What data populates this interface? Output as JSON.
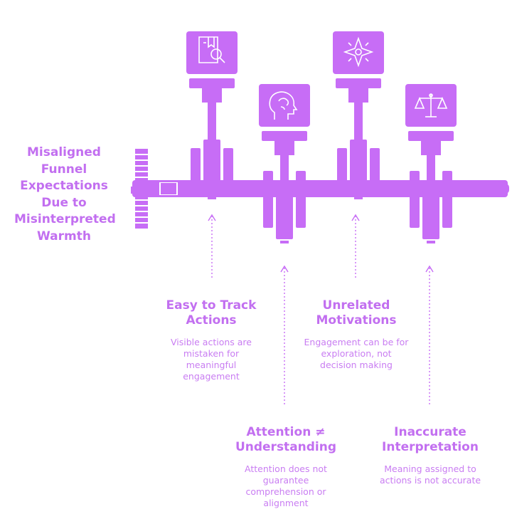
{
  "diagram": {
    "title": "Misaligned Funnel Expectations Due to Misinterpreted Warmth",
    "colors": {
      "primary": "#c76df6",
      "dark": "#a64fd9",
      "text": "#c26ff0",
      "text_light": "#c97df2"
    },
    "items": [
      {
        "title": "Easy to Track Actions",
        "description": "Visible actions are mistaken for meaningful engagement",
        "icon": "book-search-icon"
      },
      {
        "title": "Attention ≠ Understanding",
        "description": "Attention does not guarantee comprehension or alignment",
        "icon": "head-brain-icon"
      },
      {
        "title": "Unrelated Motivations",
        "description": "Engagement can be for exploration, not decision making",
        "icon": "compass-icon"
      },
      {
        "title": "Inaccurate Interpretation",
        "description": "Meaning assigned to actions is not accurate",
        "icon": "scales-icon"
      }
    ]
  }
}
